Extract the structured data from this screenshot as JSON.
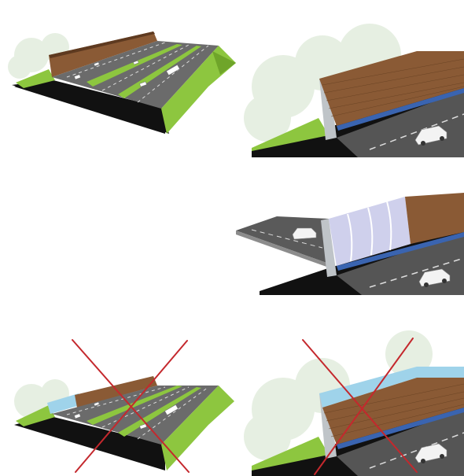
{
  "colors": {
    "grass": "#8dc63f",
    "grass_dark": "#6fa52a",
    "road": "#6b6b6b",
    "road_dark": "#4a4a4a",
    "ground": "#111111",
    "barrier_wood": "#8a5a35",
    "barrier_wood_dark": "#5e3a20",
    "glass": "#cfd0ec",
    "water_blue": "#9fd3ea",
    "guardrail": "#3a64b0",
    "cross": "#c4282d",
    "tree": "#dde9d8"
  },
  "panels": [
    {
      "id": "p1",
      "view": "aerial",
      "variant": "noise-barrier",
      "crossed": false
    },
    {
      "id": "p2",
      "view": "closeup",
      "variant": "noise-barrier",
      "crossed": false
    },
    {
      "id": "p3",
      "view": "closeup",
      "variant": "barrier-with-glass-and-ramp",
      "crossed": false
    },
    {
      "id": "p4",
      "view": "aerial",
      "variant": "noise-barrier-blue",
      "crossed": true
    },
    {
      "id": "p5",
      "view": "closeup",
      "variant": "noise-barrier-blue",
      "crossed": true
    }
  ]
}
